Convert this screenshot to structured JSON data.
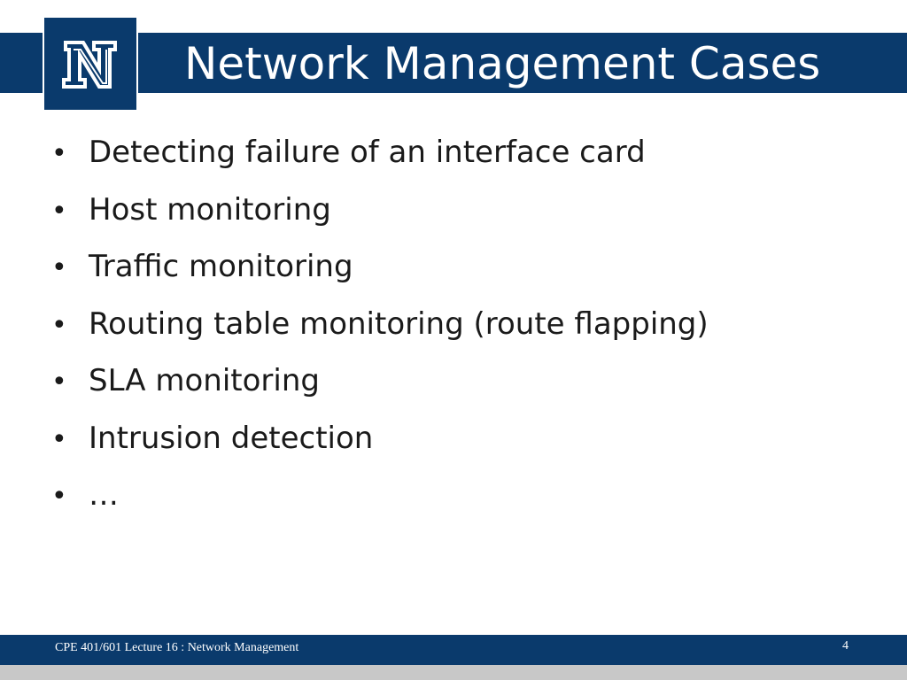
{
  "slide": {
    "title": "Network Management Cases",
    "bullets": [
      "Detecting failure of an interface card",
      "Host monitoring",
      "Traffic monitoring",
      "Routing table monitoring (route flapping)",
      "SLA monitoring",
      "Intrusion detection",
      "…"
    ],
    "bullet_glyph": "•"
  },
  "footer": {
    "text": "CPE 401/601 Lecture 16 : Network Management",
    "page_number": "4"
  },
  "logo": {
    "icon": "university-n-logo-icon"
  },
  "colors": {
    "band": "#0a3a6c",
    "text": "#1a1a1a",
    "bottom_strip": "#c8c8c8"
  }
}
